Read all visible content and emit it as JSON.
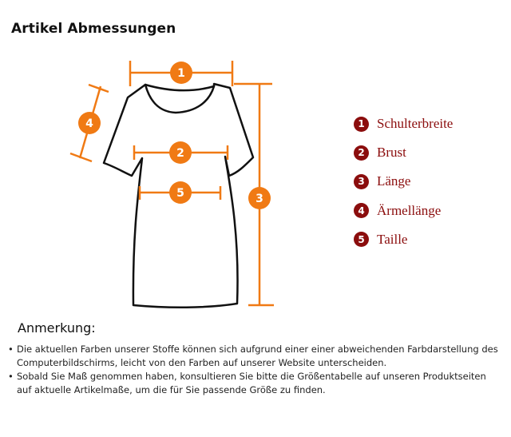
{
  "title": "Artikel Abmessungen",
  "diagram": {
    "markers": [
      "1",
      "2",
      "3",
      "4",
      "5"
    ],
    "colors": {
      "measure": "#f07a14",
      "outline": "#111111",
      "legend_accent": "#8b0d0d"
    }
  },
  "legend": [
    {
      "number": "1",
      "label": "Schulterbreite"
    },
    {
      "number": "2",
      "label": "Brust"
    },
    {
      "number": "3",
      "label": "Länge"
    },
    {
      "number": "4",
      "label": "Ärmellänge"
    },
    {
      "number": "5",
      "label": "Taille"
    }
  ],
  "note": {
    "title": "Anmerkung:",
    "bullet": "•",
    "items": [
      "Die aktuellen Farben unserer Stoffe können sich aufgrund einer einer abweichenden Farbdarstellung des Computerbildschirms, leicht von den Farben auf unserer Website unterscheiden.",
      "Sobald Sie Maß genommen haben, konsultieren Sie bitte die Größentabelle auf unseren Produktseiten auf aktuelle Artikelmaße, um die für Sie passende Größe zu finden."
    ]
  }
}
